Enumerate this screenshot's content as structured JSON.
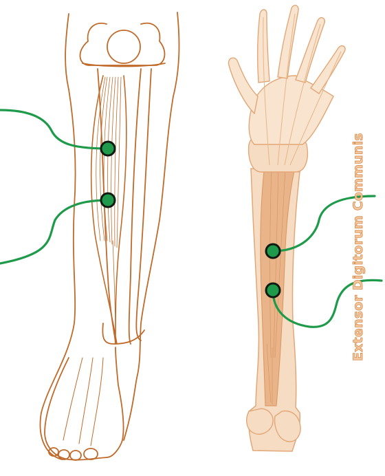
{
  "colors": {
    "outline": "#c06a2a",
    "muscle_fill": "#f0c9a5",
    "bone_fill": "#f6dcc3",
    "bone_stroke": "#e2a777",
    "electrode_fill": "#1f9a4b",
    "electrode_stroke": "#0f1a12",
    "lead_wire": "#1f9a4b",
    "label_fill": "#f3c9a2",
    "label_stroke": "#d78a4a"
  },
  "leg_diagram": {
    "electrodes": [
      "electrode",
      "electrode"
    ],
    "leads": [
      "lead-wire",
      "lead-wire"
    ]
  },
  "arm_diagram": {
    "label": "Extensor Digitorum Communis",
    "electrodes": [
      "electrode",
      "electrode"
    ],
    "leads": [
      "lead-wire",
      "lead-wire"
    ]
  }
}
